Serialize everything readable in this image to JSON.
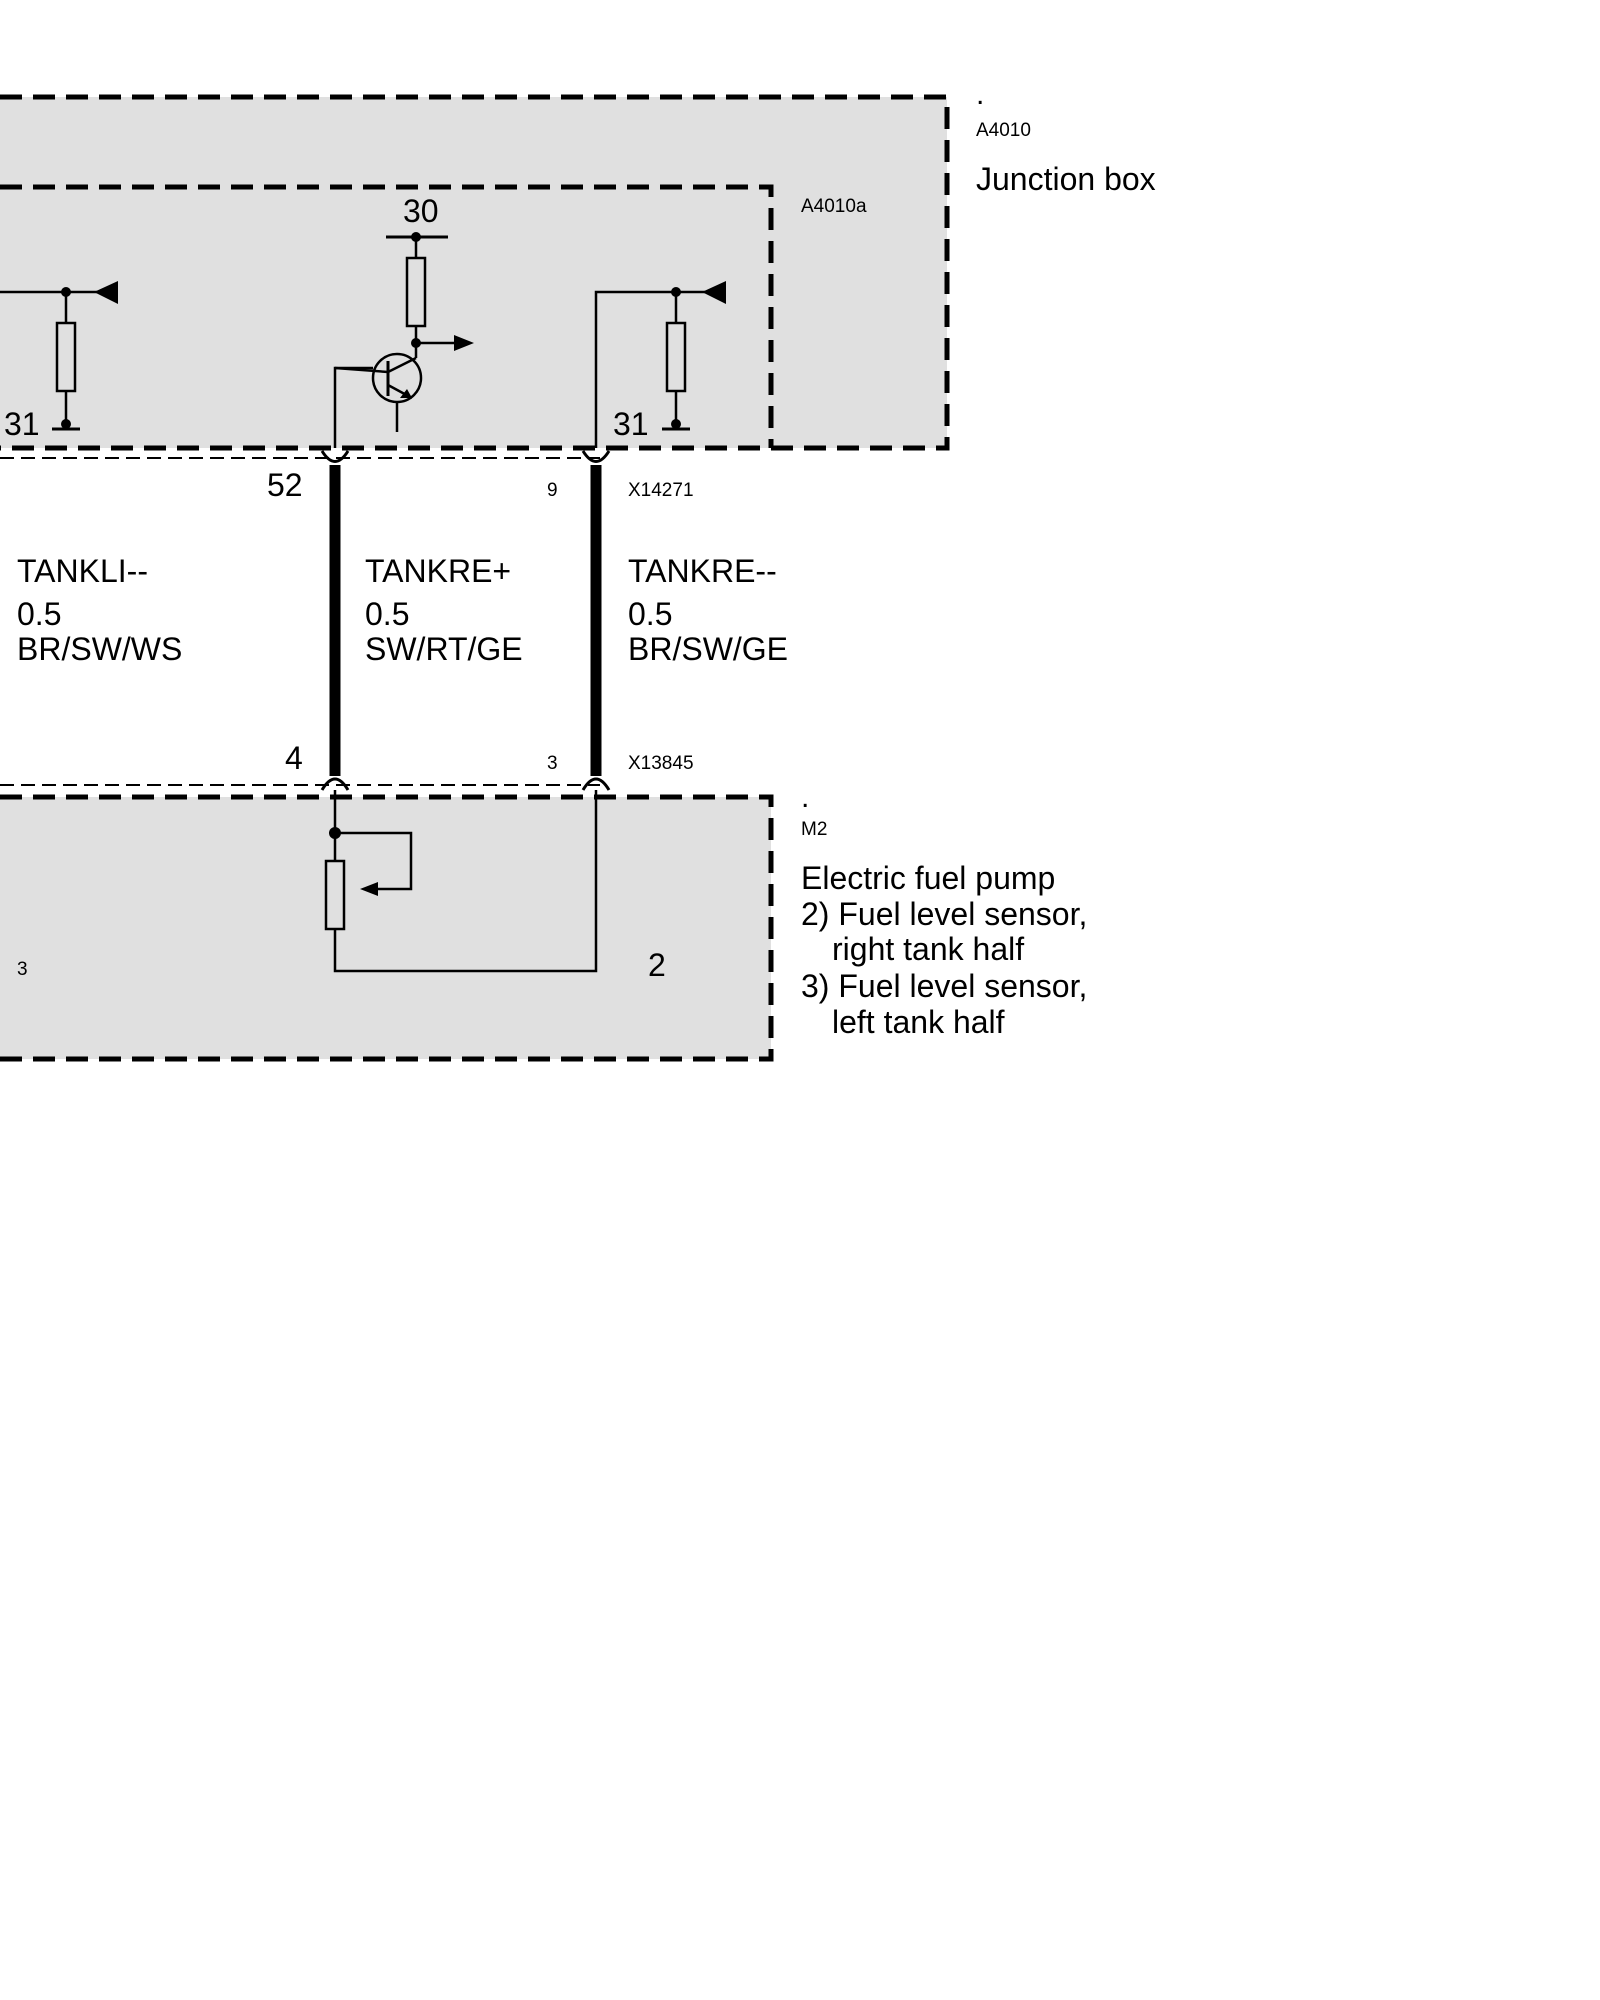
{
  "modules": {
    "junction_box": {
      "dot": ".",
      "code": "A4010",
      "title": "Junction box",
      "sub_code": "A4010a"
    },
    "fuel_pump": {
      "dot": ".",
      "code": "M2",
      "title": "Electric fuel pump",
      "notes": [
        "2) Fuel level sensor,",
        "right tank half",
        "3) Fuel level sensor,",
        "left tank half"
      ]
    }
  },
  "terminals": {
    "supply": "30",
    "ground_left": "31",
    "ground_right": "31"
  },
  "connectors": {
    "upper": {
      "code": "X14271",
      "pin_left": "52",
      "pin_right": "9"
    },
    "lower": {
      "code": "X13845",
      "pin_left": "4",
      "pin_right": "3"
    }
  },
  "wires": [
    {
      "signal": "TANKLI--",
      "size": "0.5",
      "color": "BR/SW/WS"
    },
    {
      "signal": "TANKRE+",
      "size": "0.5",
      "color": "SW/RT/GE"
    },
    {
      "signal": "TANKRE--",
      "size": "0.5",
      "color": "BR/SW/GE"
    }
  ],
  "pump_labels": {
    "left_variant": "3",
    "right_variant": "2"
  },
  "colors": {
    "module_fill": "#e0e0e0",
    "line": "#000000",
    "background": "#ffffff"
  }
}
